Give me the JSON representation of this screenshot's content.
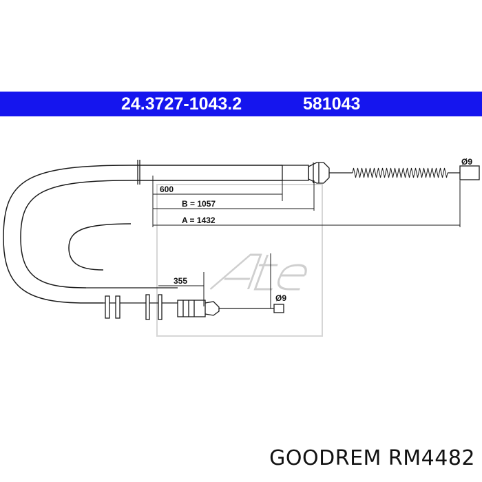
{
  "header": {
    "part_number": "24.3727-1043.2",
    "code": "581043"
  },
  "dimensions": {
    "length_600": "600",
    "length_b": "B = 1057",
    "length_a": "A = 1432",
    "length_355": "355",
    "diameter_top": "Ø9",
    "diameter_bottom": "Ø9"
  },
  "footer": {
    "brand": "GOODREM",
    "model": "RM4482"
  },
  "colors": {
    "banner": "#1515ee",
    "line": "#1a1a1a",
    "watermark": "#d9d9d9"
  }
}
